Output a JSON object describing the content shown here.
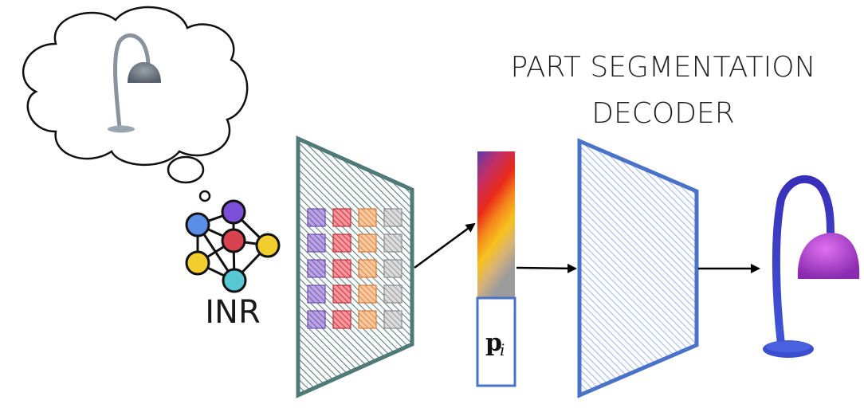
{
  "title": {
    "line1": "PART SEGMENTATION",
    "line2": "DECODER"
  },
  "inr_label": "INR",
  "latent_label": {
    "base": "p",
    "subscript": "i"
  },
  "icons": {
    "thought_bubble": "thought-cloud-icon",
    "network": "neural-network-icon",
    "input_shape": "lamp-grey-icon",
    "output_shape": "lamp-segmented-icon"
  },
  "colors": {
    "encoder_border": "#4f7a78",
    "decoder_border": "#4a72c8",
    "decoder_hatch": "#9fb6e6",
    "node_blue": "#5b8ee6",
    "node_purple": "#7c4fd8",
    "node_red": "#d9434f",
    "node_yellow": "#f2cd2e",
    "node_cyan": "#58c9d4",
    "grid_purple": "#8a6cc2",
    "grid_red": "#e0484f",
    "grid_orange": "#e8985a",
    "grid_grey": "#b0b0b0",
    "lamp_grey": "#7a8590",
    "lamp_blue": "#3a34c8",
    "lamp_magenta": "#b43ad0"
  },
  "feature_grid": {
    "columns": [
      "purple",
      "red",
      "orange",
      "grey"
    ],
    "rows": 5
  }
}
